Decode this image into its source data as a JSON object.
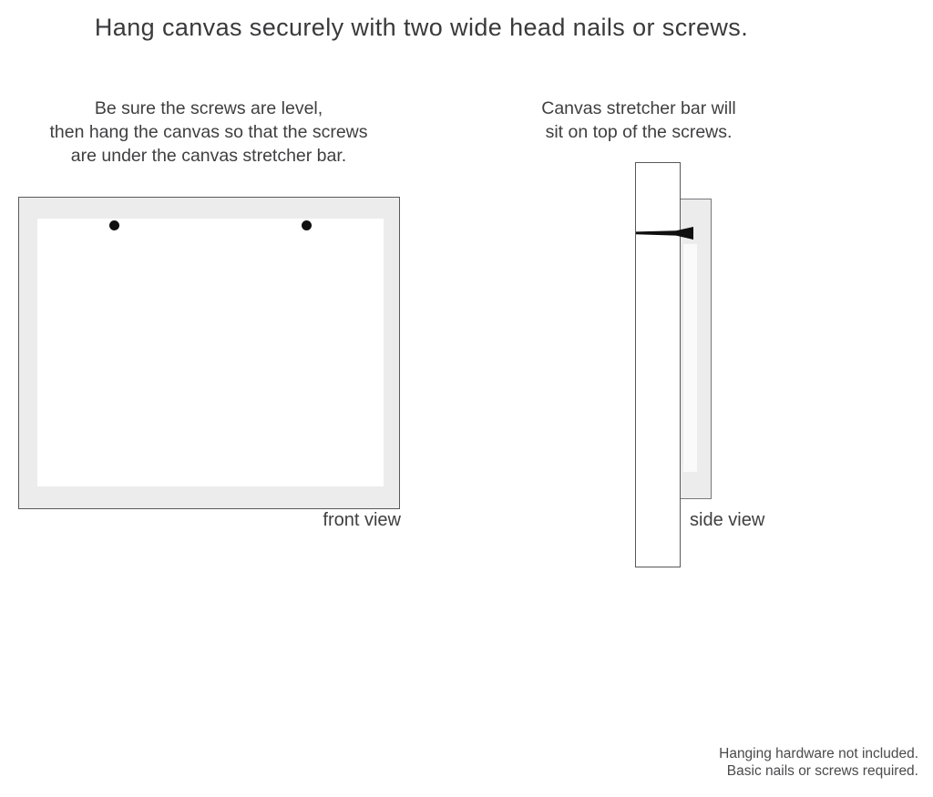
{
  "title": "Hang canvas securely with two wide head nails or screws.",
  "left_instruction": {
    "lines": [
      "Be sure the screws are level,",
      "then hang the canvas so that the screws",
      "are under the canvas stretcher bar."
    ]
  },
  "right_instruction": {
    "lines": [
      "Canvas stretcher bar will",
      "sit on top of the screws."
    ]
  },
  "front_view": {
    "label": "front view",
    "nail_count": 2
  },
  "side_view": {
    "label": "side view"
  },
  "footer": {
    "lines": [
      "Hanging hardware not included.",
      "Basic nails or screws required."
    ]
  },
  "colors": {
    "background": "#ffffff",
    "canvas_gray": "#ececec",
    "outline_dark": "#58595b",
    "outline_light": "#77787b",
    "text": "#414042",
    "nail_black": "#101010"
  }
}
